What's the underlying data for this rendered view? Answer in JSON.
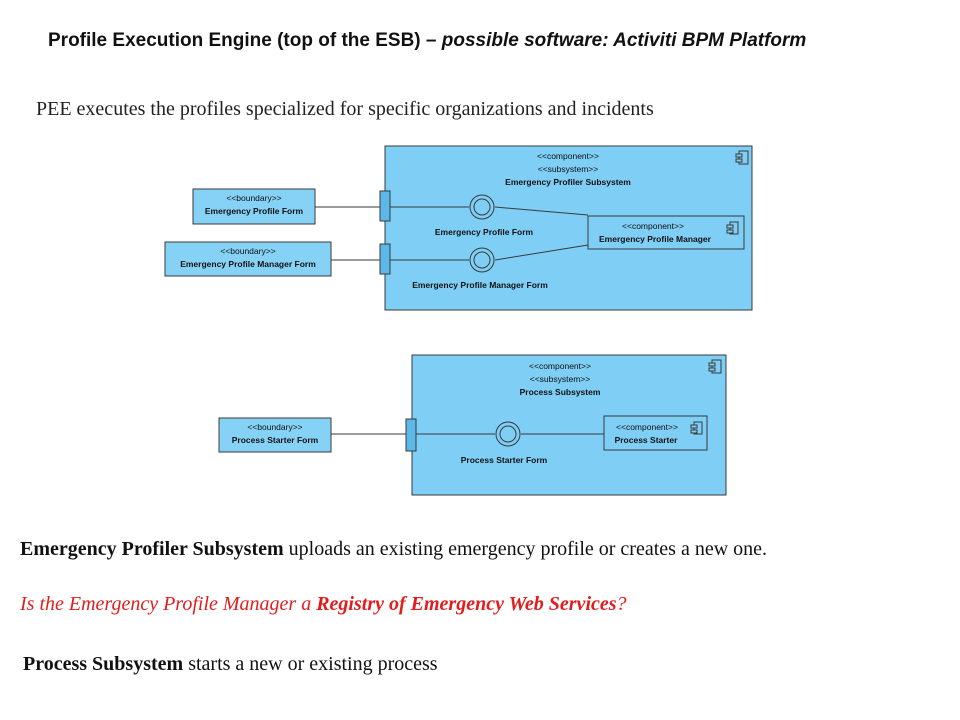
{
  "header": {
    "title_main": "Profile Execution Engine (top of the ESB)",
    "title_dash": " – ",
    "title_italic": "possible software: Activiti BPM Platform",
    "subtitle": "PEE executes the profiles specialized for specific organizations and incidents"
  },
  "diagram": {
    "stereo_component": "<<component>>",
    "stereo_subsystem": "<<subsystem>>",
    "stereo_boundary": "<<boundary>>",
    "top": {
      "subsystem_name": "Emergency Profiler Subsystem",
      "boundary_1": "Emergency Profile Form",
      "boundary_2": "Emergency Profile Manager Form",
      "interface_1": "Emergency Profile Form",
      "interface_2": "Emergency Profile Manager Form",
      "component_name": "Emergency Profile Manager"
    },
    "bottom": {
      "subsystem_name": "Process Subsystem",
      "boundary_1": "Process Starter Form",
      "interface_1": "Process Starter Form",
      "component_name": "Process Starter"
    },
    "colors": {
      "fill": "#7ecef5",
      "boundary_fill": "#86d2f7",
      "stroke": "#3a3a3a"
    }
  },
  "notes": {
    "p1_bold": "Emergency Profiler Subsystem",
    "p1_rest": " uploads an existing emergency profile or creates a new one.",
    "p2_pre": "Is the Emergency Profile Manager a ",
    "p2_bold": "Registry of Emergency Web Services",
    "p2_post": "?",
    "p3_bold": "Process Subsystem",
    "p3_rest": " starts  a new or existing process"
  }
}
